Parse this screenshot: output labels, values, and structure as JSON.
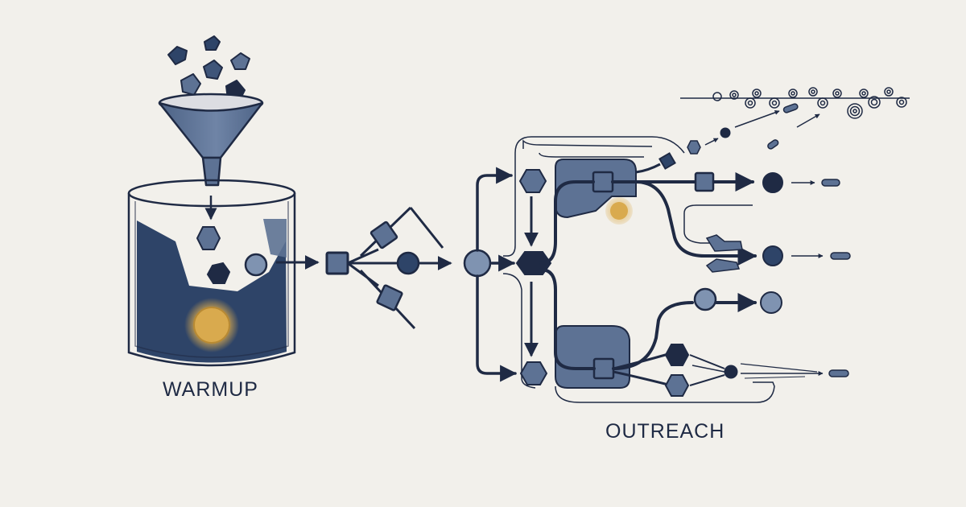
{
  "labels": {
    "warmup": "WARMUP",
    "outreach": "OUTREACH"
  },
  "colors": {
    "background": "#f2f0eb",
    "navy": "#1f2a44",
    "deep_blue": "#2e4468",
    "slate": "#5d7294",
    "slate_light": "#7f93b1",
    "gold": "#d9aa4e"
  },
  "icons": {
    "raw_inputs": "irregular-rock-shapes",
    "funnel": "funnel-icon",
    "container": "tank-with-liquid",
    "warm_lead": "glowing-gold-orb",
    "processing_node": "hexagon",
    "router_node": "square",
    "channel_node": "circle",
    "sent_message": "bullet-capsule",
    "target": "concentric-target-icon"
  }
}
